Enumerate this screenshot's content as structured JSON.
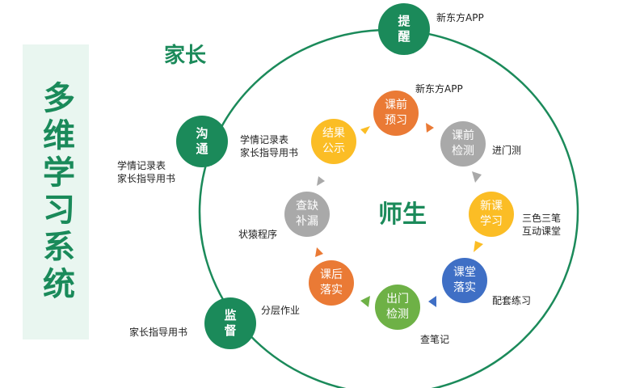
{
  "system_title": "多维学习系统",
  "parent_title": "家长",
  "center_title": "师生",
  "outer_nodes": [
    {
      "label": "提醒",
      "note": [
        "新东方APP"
      ]
    },
    {
      "label": "沟通",
      "note": [
        "学情记录表",
        "家长指导用书"
      ]
    },
    {
      "label": "监督",
      "note": [
        "家长指导用书"
      ]
    }
  ],
  "inner_nodes": [
    {
      "label": "课前预习",
      "note": [
        "新东方APP"
      ],
      "color": "#ea7a35"
    },
    {
      "label": "课前检测",
      "note": [
        "进门测"
      ],
      "color": "#a9a9a9"
    },
    {
      "label": "新课学习",
      "note": [
        "三色三笔",
        "互动课堂"
      ],
      "color": "#fbbd25"
    },
    {
      "label": "课堂落实",
      "note": [
        "配套练习"
      ],
      "color": "#3f6fc5"
    },
    {
      "label": "出门检测",
      "note": [
        "查笔记"
      ],
      "color": "#6eb146"
    },
    {
      "label": "课后落实",
      "note": [
        "分层作业"
      ],
      "color": "#ea7a35"
    },
    {
      "label": "查缺补漏",
      "note": [
        "状猿程序"
      ],
      "color": "#a9a9a9"
    },
    {
      "label": "结果公示",
      "note": [
        "学情记录表",
        "家长指导用书"
      ],
      "color": "#fbbd25"
    }
  ],
  "colors": {
    "green": "#1b8a5a",
    "panel": "#e9f6f0"
  }
}
